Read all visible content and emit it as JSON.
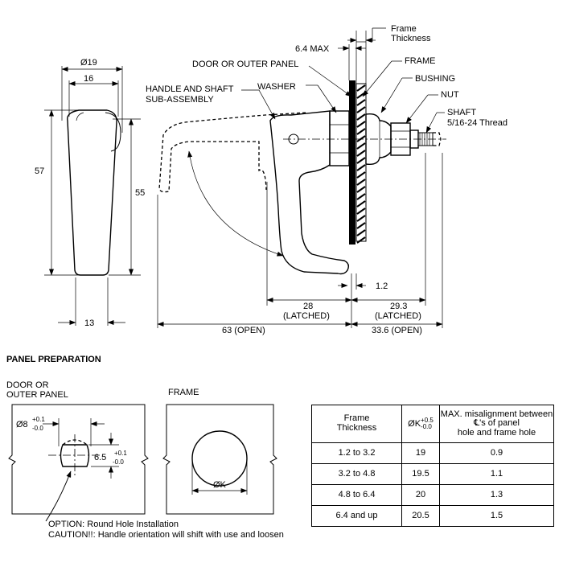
{
  "front_view": {
    "dim_dia19": "Ø19",
    "dim_16": "16",
    "dim_57": "57",
    "dim_55": "55",
    "dim_13": "13"
  },
  "side_view": {
    "dim_64max": "6.4 MAX",
    "label_frame_thickness_1": "Frame",
    "label_frame_thickness_2": "Thickness",
    "label_door_panel": "DOOR OR OUTER PANEL",
    "label_frame": "FRAME",
    "label_handle_1": "HANDLE AND SHAFT",
    "label_handle_2": "SUB-ASSEMBLY",
    "label_washer": "WASHER",
    "label_bushing": "BUSHING",
    "label_nut": "NUT",
    "label_shaft": "SHAFT",
    "label_thread": "5/16-24 Thread",
    "dim_1_2": "1.2",
    "dim_28": "28",
    "dim_28_note": "(LATCHED)",
    "dim_29_3": "29.3",
    "dim_29_3_note": "(LATCHED)",
    "dim_63": "63 (OPEN)",
    "dim_33_6": "33.6 (OPEN)"
  },
  "panel_prep": {
    "title": "PANEL PREPARATION",
    "door_label_1": "DOOR OR",
    "door_label_2": "OUTER PANEL",
    "frame_label": "FRAME",
    "dim_dia8": "Ø8",
    "dim_dia8_tol_plus": "+0.1",
    "dim_dia8_tol_minus": "-0.0",
    "dim_6_5": "6.5",
    "dim_6_5_tol_plus": "+0.1",
    "dim_6_5_tol_minus": "-0.0",
    "dim_dia_k": "ØK",
    "option_note": "OPTION: Round Hole Installation",
    "caution_note": "CAUTION!!: Handle orientation will shift with use and loosen"
  },
  "table": {
    "col1_header": "Frame Thickness",
    "col2_header": "ØK",
    "col2_tol_plus": "+0.5",
    "col2_tol_minus": "-0.0",
    "col3_header_1": "MAX. misalignment between",
    "col3_header_2": "℄'s of panel",
    "col3_header_3": "hole and frame hole",
    "rows": [
      {
        "thickness": "1.2 to 3.2",
        "k": "19",
        "misalign": "0.9"
      },
      {
        "thickness": "3.2 to 4.8",
        "k": "19.5",
        "misalign": "1.1"
      },
      {
        "thickness": "4.8 to 6.4",
        "k": "20",
        "misalign": "1.3"
      },
      {
        "thickness": "6.4 and up",
        "k": "20.5",
        "misalign": "1.5"
      }
    ]
  }
}
